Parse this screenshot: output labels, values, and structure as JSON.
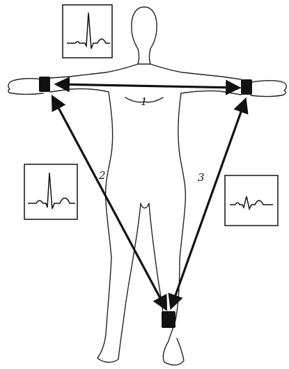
{
  "diagram": {
    "lead_labels": {
      "lead_1": "1",
      "lead_2": "2",
      "lead_3": "3"
    },
    "ink_color": "#111111",
    "background_color": "#ffffff"
  }
}
